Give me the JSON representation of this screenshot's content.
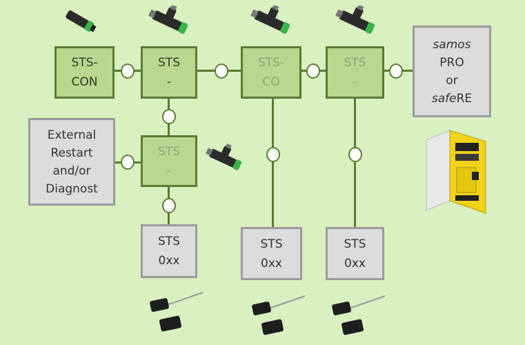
{
  "boxes": {
    "sts_con": [
      "STS-",
      "CON"
    ],
    "sts_top": [
      "STS",
      "-"
    ],
    "sts_co": [
      "STS-",
      "CO"
    ],
    "sts_right": [
      "STS",
      "-"
    ],
    "sts_mid": [
      "STS",
      "-"
    ],
    "ext_restart": [
      "External",
      "Restart",
      "and/or",
      "Diagnost"
    ],
    "samos": {
      "line1": "samos",
      "line2": "PRO",
      "line3": "or",
      "line4_italic": "safe",
      "line4_rest": "RE"
    },
    "sensor_left": [
      "STS",
      "0xx"
    ],
    "sensor_mid": [
      "STS",
      "0xx"
    ],
    "sensor_right": [
      "STS",
      "0xx"
    ]
  },
  "colors": {
    "background": "#d9f0c0",
    "module_fill": "#b9d88f",
    "module_border": "#5c7a32",
    "gray_fill": "#dcdcdc",
    "gray_border": "#9b9b9b"
  }
}
